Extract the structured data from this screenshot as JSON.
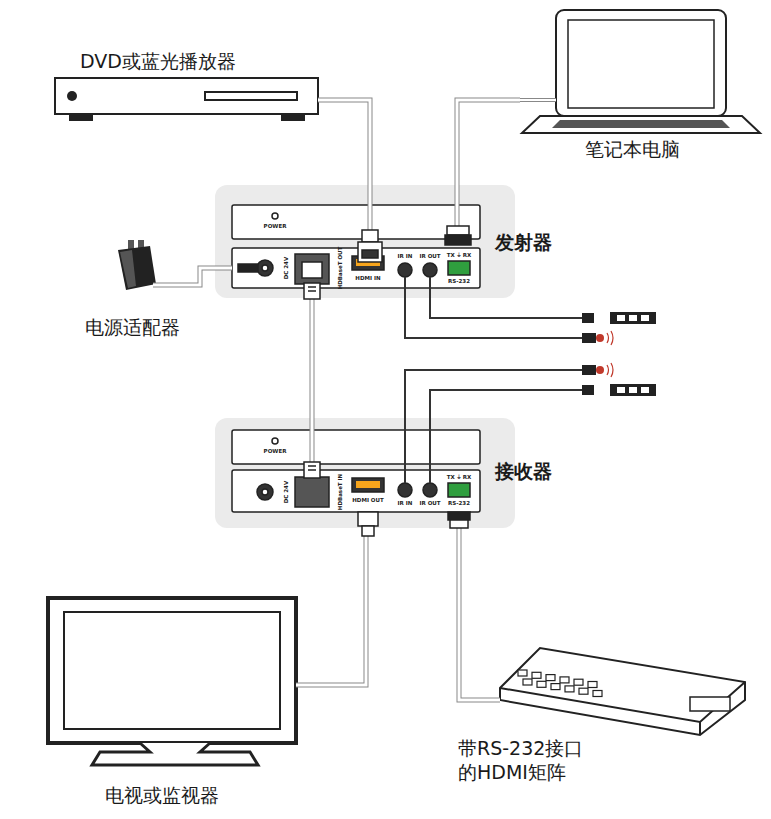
{
  "diagram": {
    "nodes": [
      {
        "text": [
          "DVD或蓝光播放器"
        ]
      },
      {
        "text": [
          "笔记本电脑"
        ]
      },
      {
        "text": [
          "发射器"
        ]
      },
      {
        "text": [
          "电源适配器"
        ]
      },
      {
        "text": [
          "接收器"
        ]
      },
      {
        "text": [
          "电视或监视器"
        ]
      },
      {
        "text": [
          "带RS-232接口 的HDMI矩阵"
        ]
      }
    ],
    "edges": [
      {
        "from": 0,
        "to": 2,
        "arrow": "none"
      },
      {
        "from": 1,
        "to": 2,
        "arrow": "none"
      },
      {
        "from": 3,
        "to": 2,
        "arrow": "none"
      },
      {
        "from": 2,
        "to": 4,
        "arrow": "none"
      },
      {
        "from": 4,
        "to": 5,
        "arrow": "none"
      },
      {
        "from": 4,
        "to": 6,
        "arrow": "none"
      }
    ],
    "labels": [
      "POWER",
      "DC 24V",
      "HDBaseT OUT",
      "HDMI IN",
      "IR IN",
      "IR OUT",
      "TX ⏚ RX",
      "RS-232",
      "POWER",
      "DC 24V",
      "HDBaseT IN",
      "HDMI OUT",
      "IR IN",
      "IR OUT",
      "TX ⏚ RX",
      "RS-232"
    ]
  }
}
